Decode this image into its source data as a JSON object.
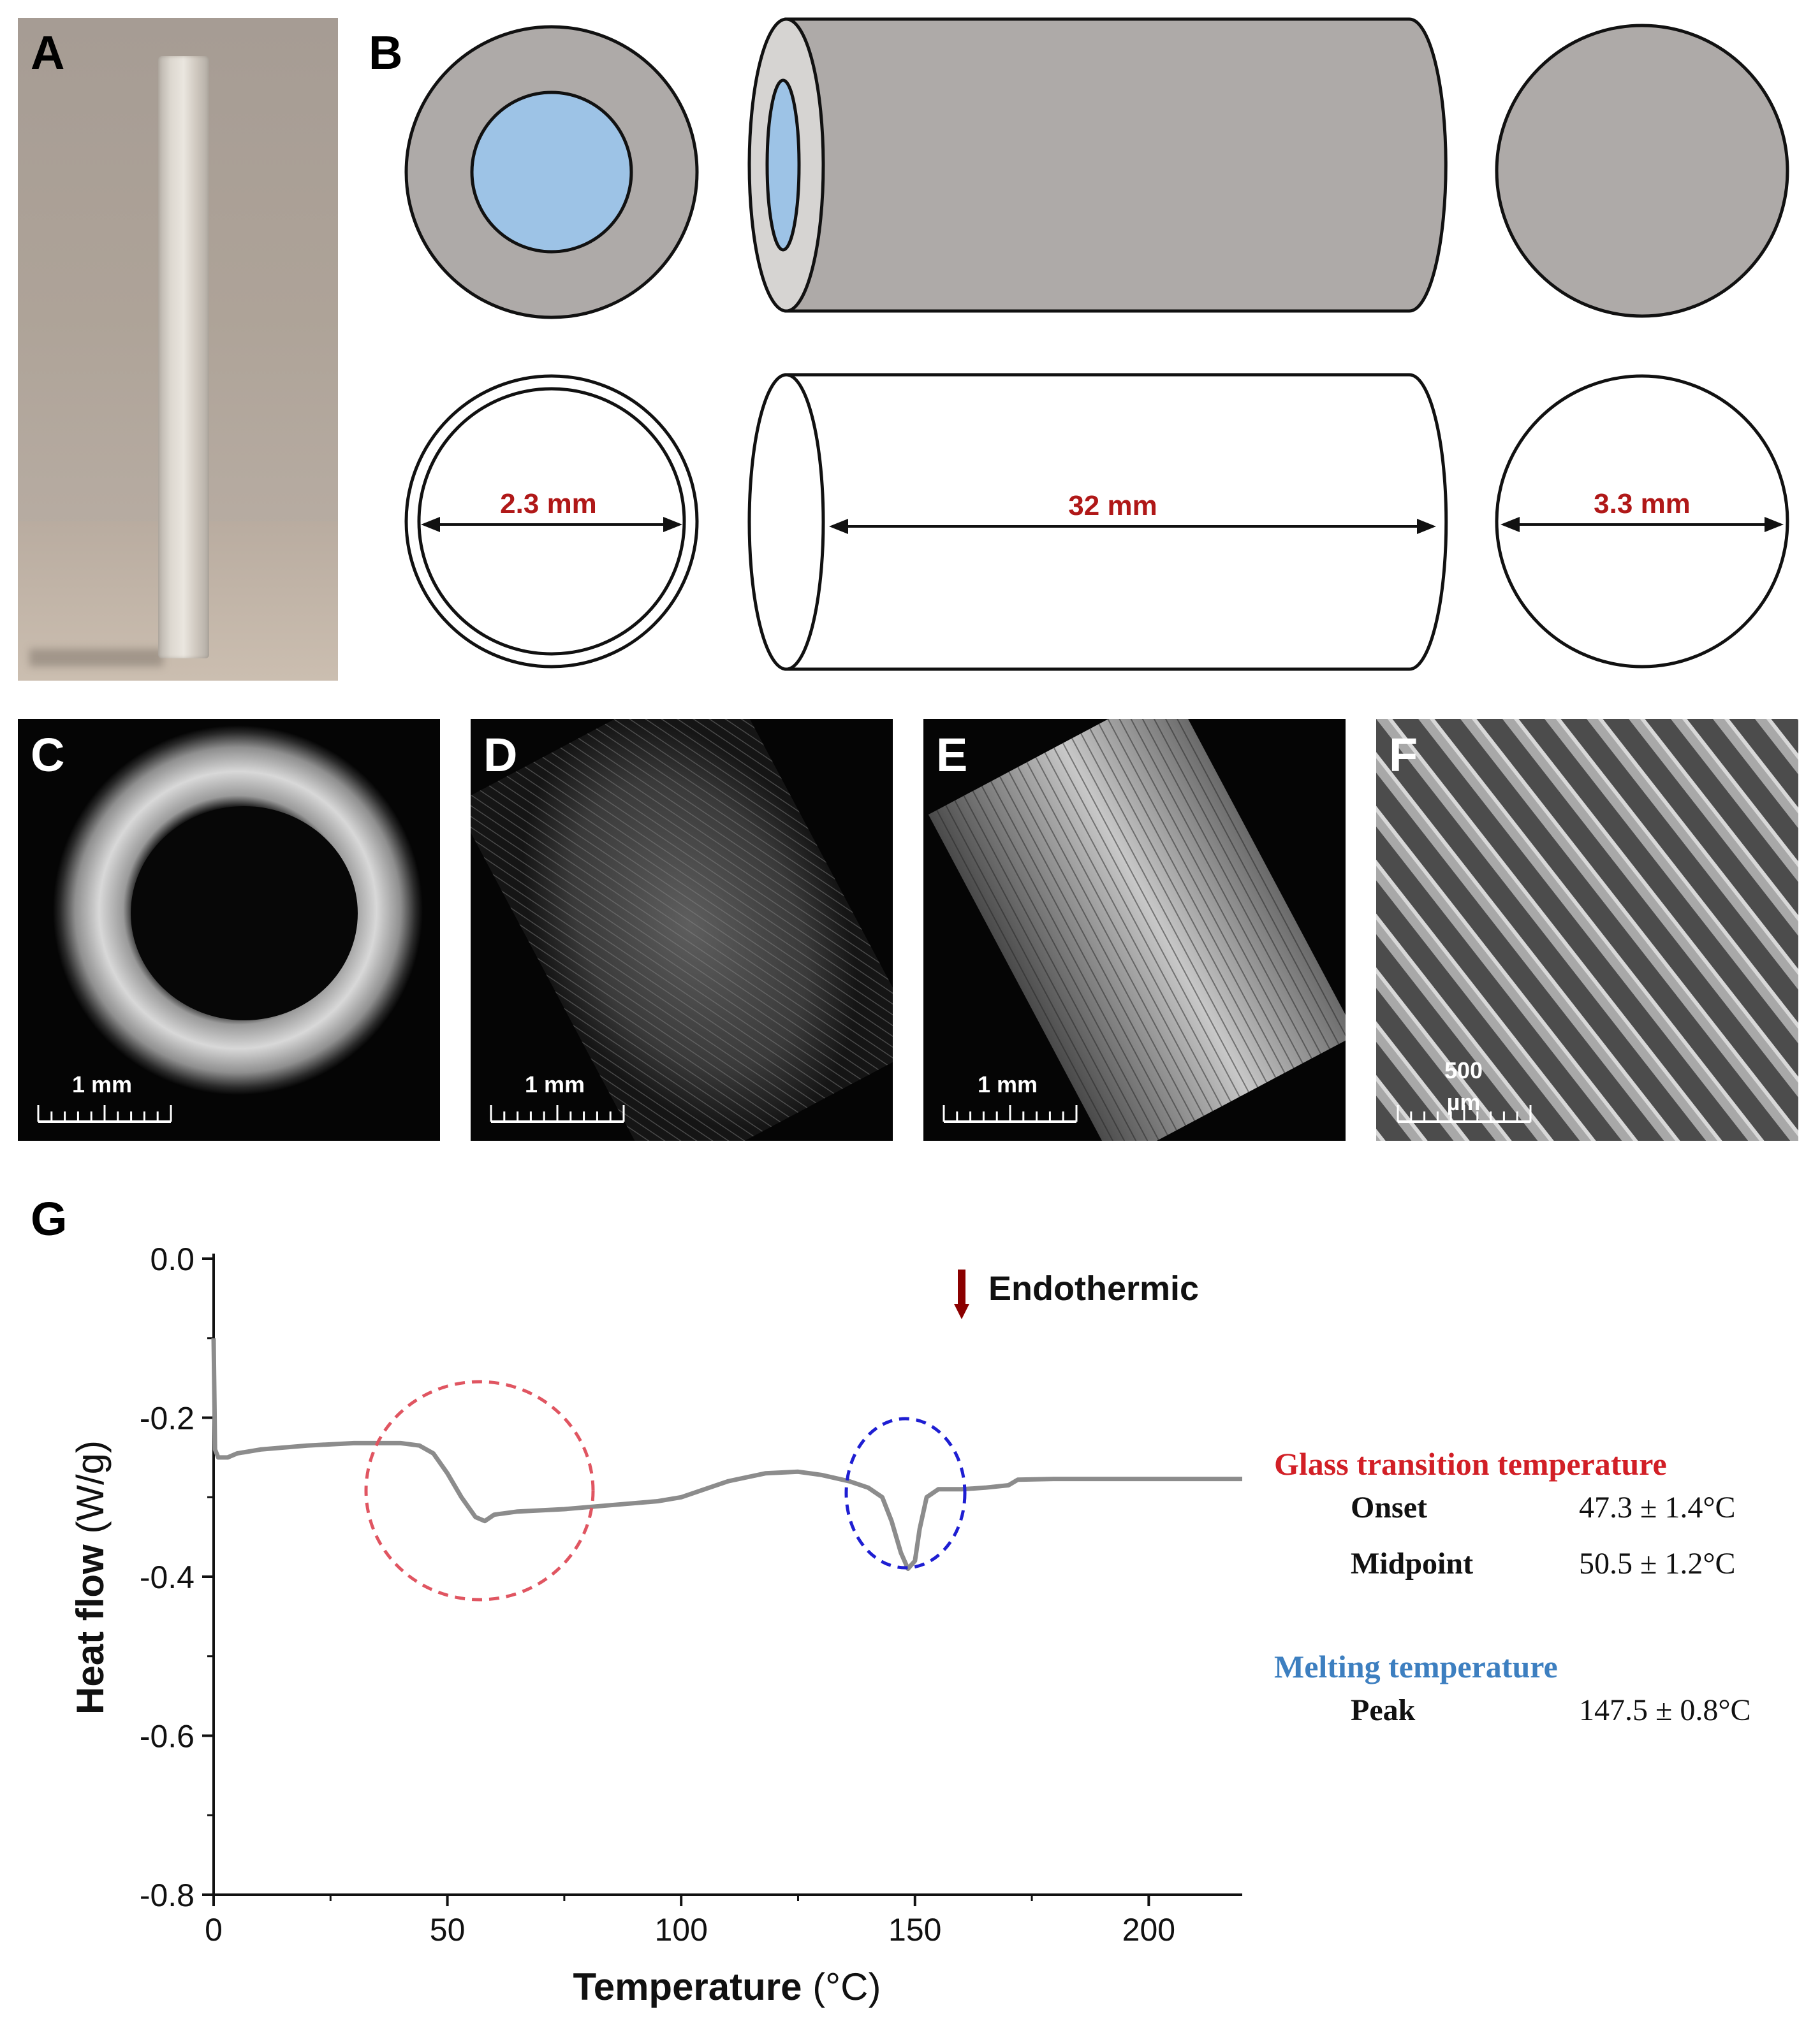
{
  "panels": {
    "A": "A",
    "B": "B",
    "C": "C",
    "D": "D",
    "E": "E",
    "F": "F",
    "G": "G"
  },
  "schematic": {
    "dimensions": {
      "inner_diameter": "2.3 mm",
      "length": "32 mm",
      "outer_diameter": "3.3 mm"
    },
    "colors": {
      "solid_fill": "#aeaaa8",
      "lumen_fill": "#9dc3e6",
      "dimension_text": "#b01818"
    }
  },
  "micrographs": {
    "C": {
      "scale_bar": "1 mm"
    },
    "D": {
      "scale_bar": "1 mm"
    },
    "E": {
      "scale_bar": "1 mm"
    },
    "F": {
      "scale_bar_line1": "500",
      "scale_bar_line2": "µm"
    }
  },
  "chart_data": {
    "type": "line",
    "xlabel": "Temperature",
    "xlabel_unit": "(°C)",
    "ylabel": "Heat flow",
    "ylabel_unit": "(W/g)",
    "xlim": [
      0,
      220
    ],
    "ylim": [
      -0.8,
      0.0
    ],
    "x_ticks": [
      "0",
      "50",
      "100",
      "150",
      "200"
    ],
    "x_tick_values": [
      0,
      50,
      100,
      150,
      200
    ],
    "y_ticks": [
      "0.0",
      "-0.2",
      "-0.4",
      "-0.6",
      "-0.8"
    ],
    "y_tick_values": [
      0.0,
      -0.2,
      -0.4,
      -0.6,
      -0.8
    ],
    "series": [
      {
        "color": "#8c8c8c",
        "points": [
          [
            0,
            -0.1
          ],
          [
            0.3,
            -0.24
          ],
          [
            1,
            -0.25
          ],
          [
            3,
            -0.25
          ],
          [
            5,
            -0.245
          ],
          [
            10,
            -0.24
          ],
          [
            20,
            -0.235
          ],
          [
            30,
            -0.232
          ],
          [
            40,
            -0.232
          ],
          [
            44,
            -0.235
          ],
          [
            47,
            -0.245
          ],
          [
            50,
            -0.27
          ],
          [
            53,
            -0.3
          ],
          [
            56,
            -0.325
          ],
          [
            58,
            -0.33
          ],
          [
            60,
            -0.322
          ],
          [
            65,
            -0.318
          ],
          [
            75,
            -0.315
          ],
          [
            85,
            -0.31
          ],
          [
            95,
            -0.305
          ],
          [
            100,
            -0.3
          ],
          [
            105,
            -0.29
          ],
          [
            110,
            -0.28
          ],
          [
            118,
            -0.27
          ],
          [
            125,
            -0.268
          ],
          [
            130,
            -0.272
          ],
          [
            136,
            -0.28
          ],
          [
            140,
            -0.288
          ],
          [
            143,
            -0.3
          ],
          [
            145,
            -0.33
          ],
          [
            147,
            -0.37
          ],
          [
            148.5,
            -0.39
          ],
          [
            150,
            -0.38
          ],
          [
            151,
            -0.34
          ],
          [
            152.5,
            -0.3
          ],
          [
            155,
            -0.29
          ],
          [
            160,
            -0.29
          ],
          [
            165,
            -0.288
          ],
          [
            170,
            -0.285
          ],
          [
            172,
            -0.278
          ],
          [
            180,
            -0.277
          ],
          [
            195,
            -0.277
          ],
          [
            210,
            -0.277
          ],
          [
            220,
            -0.277
          ]
        ]
      }
    ],
    "annotations": {
      "endothermic_label": "Endothermic",
      "endothermic_arrow_color": "#8b0000",
      "glass_circle_color": "#e05561",
      "melting_circle_color": "#1e1ed2"
    },
    "legend": {
      "glass_title": "Glass transition temperature",
      "glass_rows": [
        {
          "key": "Onset",
          "value": "47.3 ± 1.4°C"
        },
        {
          "key": "Midpoint",
          "value": "50.5 ± 1.2°C"
        }
      ],
      "melting_title": "Melting temperature",
      "melting_rows": [
        {
          "key": "Peak",
          "value": "147.5 ± 0.8°C"
        }
      ]
    }
  }
}
